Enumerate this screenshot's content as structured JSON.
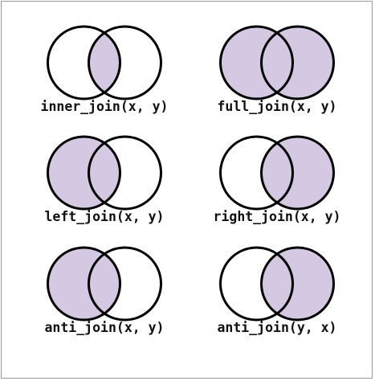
{
  "colors": {
    "fill": "#d5c8e2",
    "stroke": "#000000",
    "background": "#ffffff"
  },
  "joins": [
    {
      "label": "inner_join(x, y)",
      "shaded": "intersection"
    },
    {
      "label": "full_join(x, y)",
      "shaded": "union"
    },
    {
      "label": "left_join(x, y)",
      "shaded": "left"
    },
    {
      "label": "right_join(x, y)",
      "shaded": "right"
    },
    {
      "label": "anti_join(x, y)",
      "shaded": "left-only"
    },
    {
      "label": "anti_join(y, x)",
      "shaded": "right-only"
    }
  ]
}
